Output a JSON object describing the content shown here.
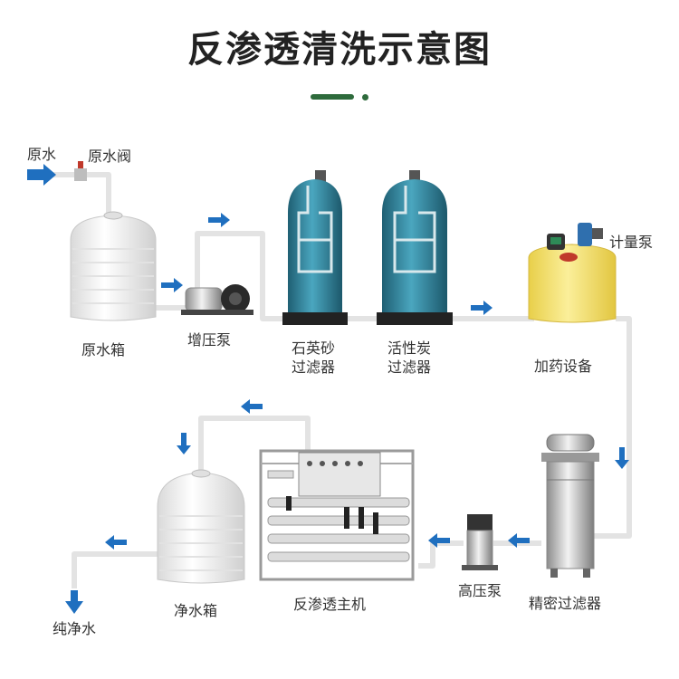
{
  "title": "反渗透清洗示意图",
  "labels": {
    "raw_water_in": "原水",
    "raw_water_valve": "原水阀",
    "raw_water_tank": "原水箱",
    "booster_pump": "增压泵",
    "sand_filter_line1": "石英砂",
    "sand_filter_line2": "过滤器",
    "carbon_filter_line1": "活性炭",
    "carbon_filter_line2": "过滤器",
    "metering_pump": "计量泵",
    "dosing_device": "加药设备",
    "precision_filter": "精密过滤器",
    "high_pressure_pump": "高压泵",
    "ro_main_unit": "反渗透主机",
    "clean_water_tank": "净水箱",
    "pure_water_out": "纯净水"
  },
  "colors": {
    "title_accent": "#2e6b3c",
    "flow_arrow": "#1f6fbf",
    "pipe": "#e6e6e6",
    "filter_body": "#3a8ea6",
    "dosing_tank": "#f3e27a"
  }
}
